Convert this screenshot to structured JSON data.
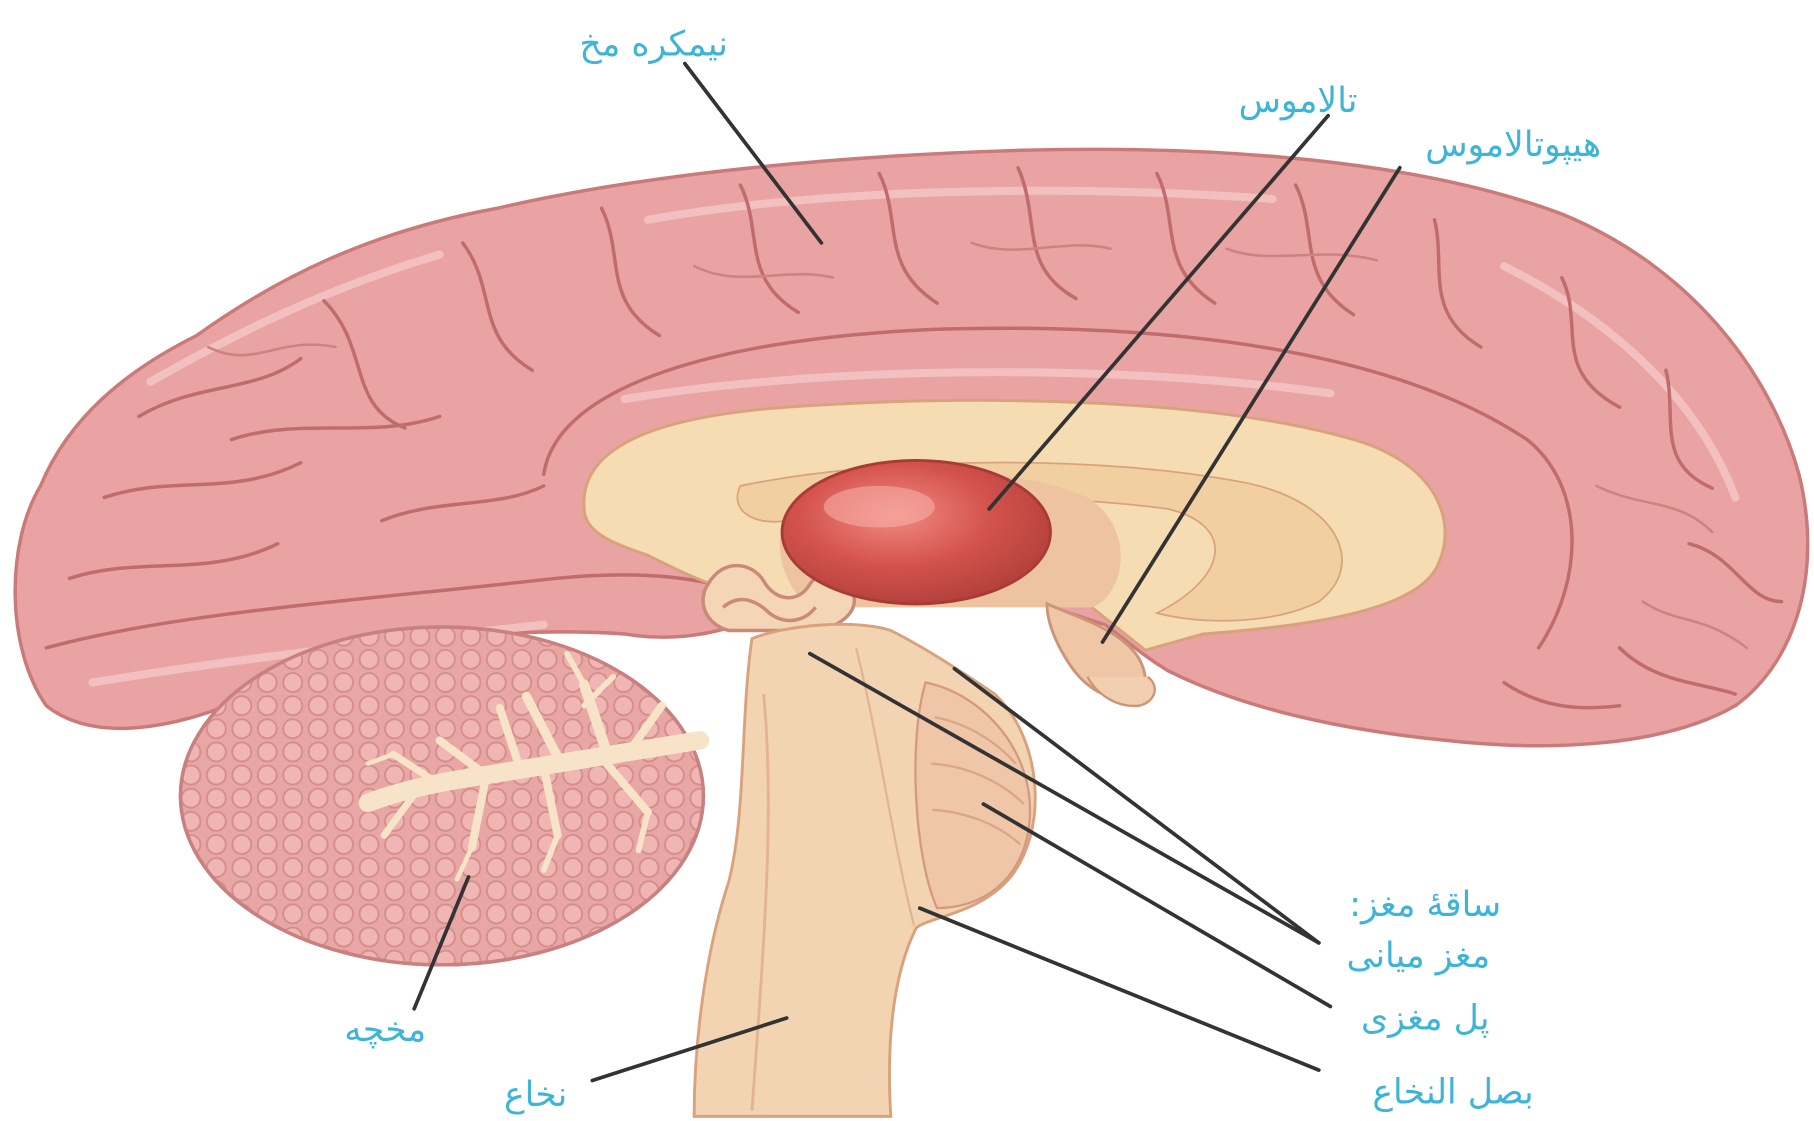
{
  "labels": {
    "cerebrum": "نیمکره مخ",
    "thalamus": "تالاموس",
    "hypothalamus": "هیپوتالاموس",
    "brainstem": "ساقهٔ مغز:",
    "midbrain": "مغز میانی",
    "pons": "پل مغزی",
    "medulla": "بصل النخاع",
    "cerebellum": "مخچه",
    "spinal_cord": "نخاع"
  },
  "colors": {
    "label": "#3db4d8",
    "leader_line": "#333333",
    "cerebrum": "#e8a3a2",
    "cerebrum_edge": "#c97a79",
    "medial_cream": "#f6dcb2",
    "cream_edge": "#d9a27c",
    "fornix": "#f2cfa0",
    "brainstem": "#f3d4b2",
    "pons": "#efc6a8",
    "thalamus": "#d4524c",
    "thalamus_edge": "#a83b36",
    "cerebellum": "#e8a6a4",
    "arbor_vitae": "#f7e4c8"
  }
}
